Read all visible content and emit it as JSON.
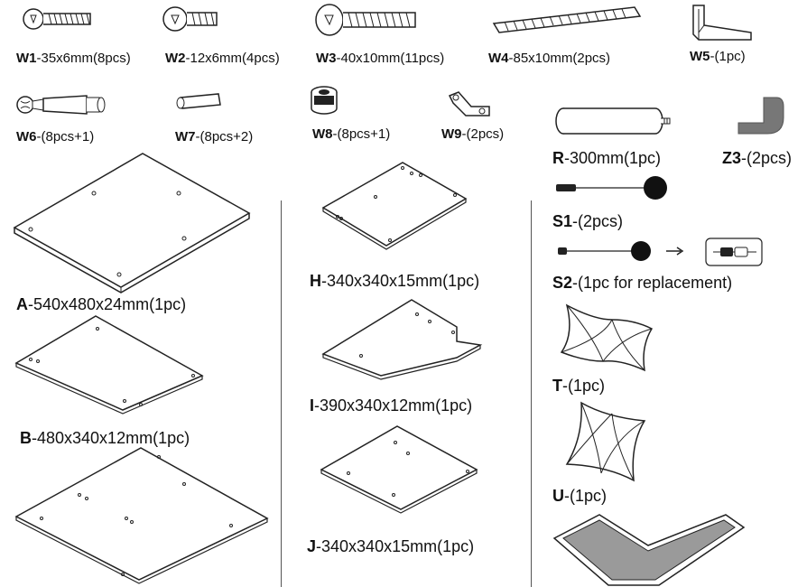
{
  "hardware": [
    {
      "code": "W1",
      "desc": "-35x6mm(8pcs)"
    },
    {
      "code": "W2",
      "desc": "-12x6mm(4pcs)"
    },
    {
      "code": "W3",
      "desc": "-40x10mm(11pcs)"
    },
    {
      "code": "W4",
      "desc": "-85x10mm(2pcs)"
    },
    {
      "code": "W5",
      "desc": "-(1pc)"
    },
    {
      "code": "W6",
      "desc": "-(8pcs+1)"
    },
    {
      "code": "W7",
      "desc": "-(8pcs+2)"
    },
    {
      "code": "W8",
      "desc": "-(8pcs+1)"
    },
    {
      "code": "W9",
      "desc": "-(2pcs)"
    }
  ],
  "panels": [
    {
      "code": "A",
      "desc": "-540x480x24mm(1pc)"
    },
    {
      "code": "B",
      "desc": "-480x340x12mm(1pc)"
    },
    {
      "code": "H",
      "desc": "-340x340x15mm(1pc)"
    },
    {
      "code": "I",
      "desc": "-390x340x12mm(1pc)"
    },
    {
      "code": "J",
      "desc": "-340x340x15mm(1pc)"
    }
  ],
  "accessories": [
    {
      "code": "R",
      "desc": "-300mm(1pc)"
    },
    {
      "code": "Z3",
      "desc": "-(2pcs)"
    },
    {
      "code": "S1",
      "desc": "-(2pcs)"
    },
    {
      "code": "S2",
      "desc": "-(1pc for replacement)"
    },
    {
      "code": "T",
      "desc": "-(1pc)"
    },
    {
      "code": "U",
      "desc": "-(1pc)"
    }
  ]
}
